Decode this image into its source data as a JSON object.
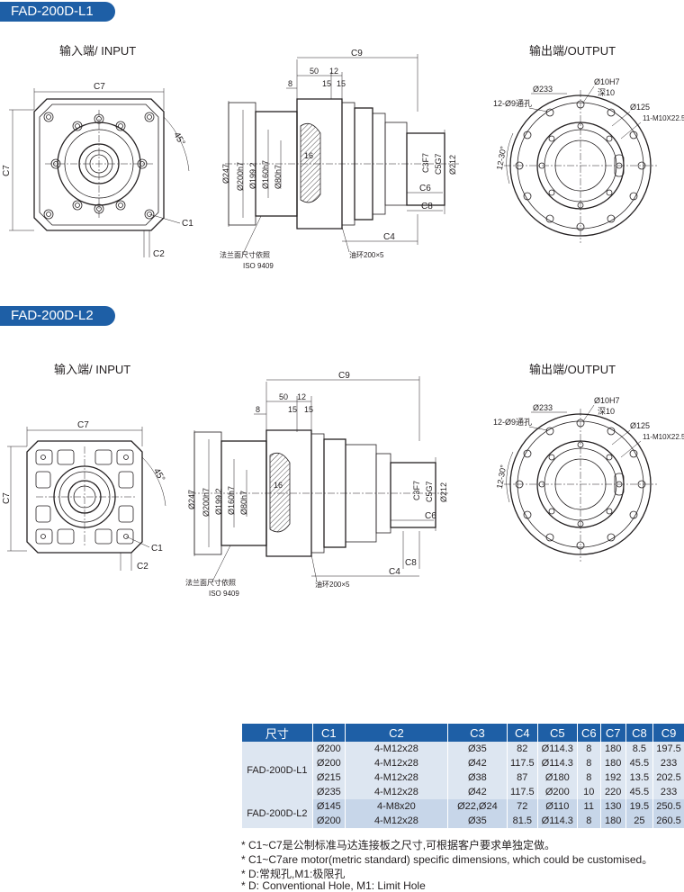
{
  "section1": {
    "tag": "FAD-200D-L1",
    "input_title": "输入端/ INPUT",
    "output_title": "输出端/OUTPUT",
    "input_dims": {
      "c7_top": "C7",
      "c7_left": "C7",
      "angle": "45°",
      "c1": "C1",
      "c2": "C2"
    },
    "side_dims": {
      "c9": "C9",
      "d50": "50",
      "d12": "12",
      "d8": "8",
      "d15a": "15",
      "d15b": "15",
      "d247": "Ø247",
      "d200": "Ø200h7",
      "d199": "Ø199.2",
      "d160": "Ø160h7",
      "d80": "Ø80h7",
      "d16": "16",
      "c3": "C3F7",
      "c5": "C5G7",
      "d212": "Ø212",
      "c6": "C6",
      "c8": "C8",
      "c4": "C4",
      "flange_note": "法兰面尺寸依照",
      "iso": "ISO 9409",
      "oil_ring": "油环200×5"
    },
    "output_dims": {
      "d233": "Ø233",
      "holes12": "12-Ø9通孔",
      "d10": "Ø10H7",
      "depth10": "深10",
      "d125": "Ø125",
      "m10": "11-M10X22.5",
      "ang": "12-30°"
    }
  },
  "section2": {
    "tag": "FAD-200D-L2",
    "input_title": "输入端/ INPUT",
    "output_title": "输出端/OUTPUT",
    "input_dims": {
      "c7_top": "C7",
      "c7_left": "C7",
      "angle": "45°",
      "c1": "C1",
      "c2": "C2"
    },
    "side_dims": {
      "c9": "C9",
      "d50": "50",
      "d12": "12",
      "d8": "8",
      "d15a": "15",
      "d15b": "15",
      "d247": "Ø247",
      "d200": "Ø200h7",
      "d199": "Ø199.2",
      "d160": "Ø160h7",
      "d80": "Ø80h7",
      "d16": "16",
      "c3": "C3F7",
      "c5": "C5G7",
      "d212": "Ø212",
      "c6": "C6",
      "c8": "C8",
      "c4": "C4",
      "flange_note": "法兰面尺寸依照",
      "iso": "ISO 9409",
      "oil_ring": "油环200×5"
    },
    "output_dims": {
      "d233": "Ø233",
      "holes12": "12-Ø9通孔",
      "d10": "Ø10H7",
      "depth10": "深10",
      "d125": "Ø125",
      "m10": "11-M10X22.5",
      "ang": "12-30°"
    }
  },
  "table": {
    "headers": [
      "尺寸",
      "C1",
      "C2",
      "C3",
      "C4",
      "C5",
      "C6",
      "C7",
      "C8",
      "C9"
    ],
    "groups": [
      {
        "model": "FAD-200D-L1",
        "rows": [
          [
            "Ø200",
            "4-M12x28",
            "Ø35",
            "82",
            "Ø114.3",
            "8",
            "180",
            "8.5",
            "197.5"
          ],
          [
            "Ø200",
            "4-M12x28",
            "Ø42",
            "117.5",
            "Ø114.3",
            "8",
            "180",
            "45.5",
            "233"
          ],
          [
            "Ø215",
            "4-M12x28",
            "Ø38",
            "87",
            "Ø180",
            "8",
            "192",
            "13.5",
            "202.5"
          ],
          [
            "Ø235",
            "4-M12x28",
            "Ø42",
            "117.5",
            "Ø200",
            "10",
            "220",
            "45.5",
            "233"
          ]
        ]
      },
      {
        "model": "FAD-200D-L2",
        "rows": [
          [
            "Ø145",
            "4-M8x20",
            "Ø22,Ø24",
            "72",
            "Ø110",
            "11",
            "130",
            "19.5",
            "250.5"
          ],
          [
            "Ø200",
            "4-M12x28",
            "Ø35",
            "81.5",
            "Ø114.3",
            "8",
            "180",
            "25",
            "260.5"
          ]
        ]
      }
    ]
  },
  "notes": [
    "* C1~C7是公制标准马达连接板之尺寸,可根据客户要求单独定做。",
    "* C1~C7are motor(metric standard)  specific dimensions, which could be customised。",
    "* D:常规孔,M1:极限孔",
    "* D: Conventional Hole, M1: Limit Hole"
  ],
  "colors": {
    "accent": "#1e5fa6",
    "row_light": "#dde6f1",
    "row_dark": "#c7d6e9",
    "ink": "#231f20"
  }
}
